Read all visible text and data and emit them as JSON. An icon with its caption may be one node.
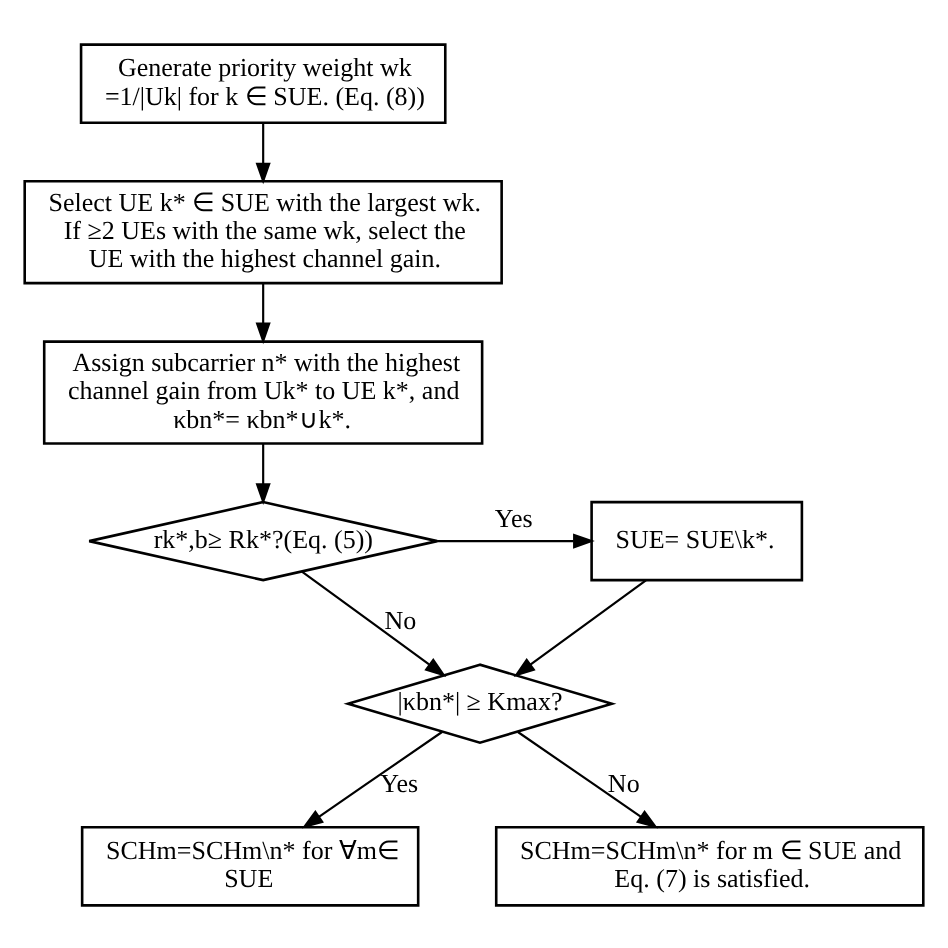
{
  "diagram": {
    "nodes": [
      {
        "text": [
          "Generate priority weight wk =1/|Uk| for k ∈ SUE. (Eq. (8))"
        ]
      },
      {
        "text": [
          "Select UE k* ∈ SUE with the largest wk. If ≥2 UEs with the same wk, select the UE with the highest channel gain."
        ]
      },
      {
        "text": [
          "Assign subcarrier n* with the highest channel gain from Uk* to UE k*, and κbn*= κbn*∪k*."
        ]
      },
      {
        "text": [
          "rk*,b≥ Rk*?(Eq. (5))"
        ]
      },
      {
        "text": [
          "SUE= SUE\\k*."
        ]
      },
      {
        "text": [
          "|κbn*| ≥ Kmax?"
        ]
      },
      {
        "text": [
          "SCHm=SCHm\\n* for ∀m∈ SUE"
        ]
      },
      {
        "text": [
          "SCHm=SCHm\\n* for m ∈ SUE and Eq. (7) is satisfied."
        ]
      }
    ],
    "edges": [
      {
        "from": 0,
        "to": 1,
        "arrow": "to"
      },
      {
        "from": 1,
        "to": 2,
        "arrow": "to"
      },
      {
        "from": 2,
        "to": 3,
        "arrow": "to"
      },
      {
        "from": 3,
        "to": 4,
        "arrow": "to",
        "label": "Yes"
      },
      {
        "from": 3,
        "to": 5,
        "arrow": "to",
        "label": "No"
      },
      {
        "from": 4,
        "to": 5,
        "arrow": "to"
      },
      {
        "from": 5,
        "to": 6,
        "arrow": "to",
        "label": "Yes"
      },
      {
        "from": 5,
        "to": 7,
        "arrow": "to",
        "label": "No"
      }
    ]
  }
}
